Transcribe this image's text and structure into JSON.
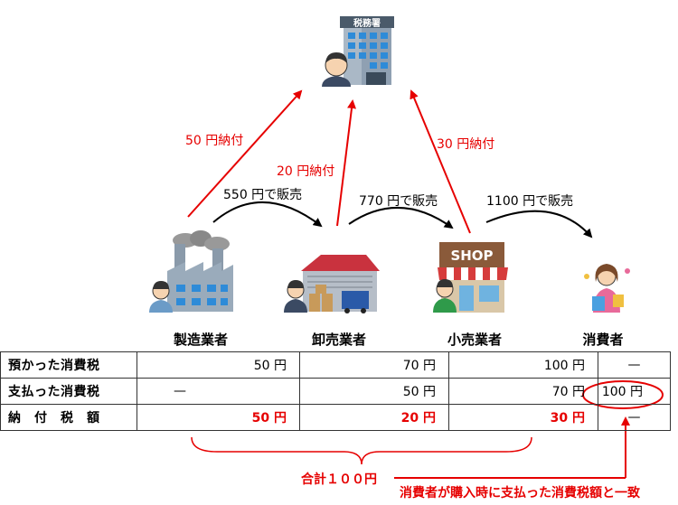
{
  "tax_office": {
    "sign": "税務署"
  },
  "actors": [
    {
      "name": "製造業者"
    },
    {
      "name": "卸売業者"
    },
    {
      "name": "小売業者"
    },
    {
      "name": "消費者"
    }
  ],
  "sales": [
    {
      "label": "550 円で販売"
    },
    {
      "label": "770 円で販売"
    },
    {
      "label": "1100 円で販売"
    }
  ],
  "payments": [
    {
      "label": "50 円納付"
    },
    {
      "label": "20 円納付"
    },
    {
      "label": "30 円納付"
    }
  ],
  "shop_sign": "SHOP",
  "table": {
    "rows": [
      {
        "label": "預かった消費税",
        "values": [
          "50 円",
          "70 円",
          "100 円",
          "—"
        ]
      },
      {
        "label": "支払った消費税",
        "values": [
          "—",
          "50 円",
          "70 円",
          "100 円"
        ]
      },
      {
        "label": "納　付　税　額",
        "values": [
          "50 円",
          "20 円",
          "30 円",
          "—"
        ]
      }
    ]
  },
  "total_label": "合計１００円",
  "note": "消費者が購入時に支払った消費税額と一致",
  "colors": {
    "accent_red": "#e60000",
    "building_gray": "#8a9aaa",
    "window_blue": "#2e8bd8"
  }
}
